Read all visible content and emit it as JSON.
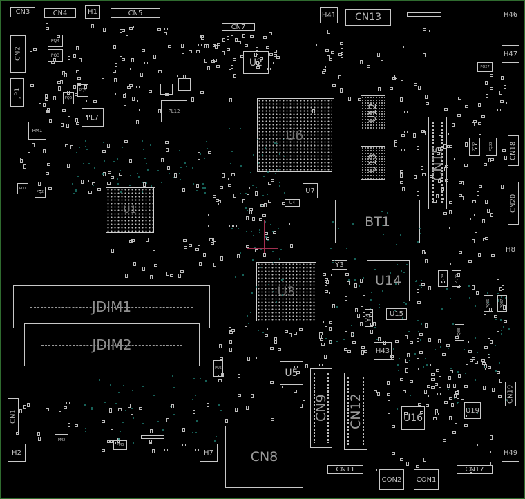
{
  "board": {
    "border_color": "#2f6b2f",
    "background": "#000000",
    "outline_color": "#c8c8c8"
  },
  "labels": {
    "CN3": "CN3",
    "CN4": "CN4",
    "H1": "H1",
    "CN5": "CN5",
    "CN7": "CN7",
    "H41": "H41",
    "CN13": "CN13",
    "H46": "H46",
    "H47": "H47",
    "CN2": "CN2",
    "JP1": "JP1",
    "U2": "U2",
    "U6": "U6",
    "U12": "U12",
    "U13": "U13",
    "CN15": "CN15",
    "CN18": "CN18",
    "CN20": "CN20",
    "PL7": "PL7",
    "PL12": "PL12",
    "U1": "U1",
    "U7": "U7",
    "U4": "U4",
    "BT1": "BT1",
    "H8": "H8",
    "U3": "U3",
    "Y3": "Y3",
    "U14": "U14",
    "JDIM1": "JDIM1",
    "JDIM2": "JDIM2",
    "Y4": "Y4",
    "U15": "U15",
    "H43": "H43",
    "U5": "U5",
    "CN9": "CN9",
    "CN12": "CN12",
    "CN19": "CN19",
    "U16": "U16",
    "U19": "U19",
    "CN1": "CN1",
    "H2": "H2",
    "H7": "H7",
    "CN8": "CN8",
    "H49": "H49",
    "CN11": "CN11",
    "CN2b": "CON2",
    "CN17": "CN17",
    "CN_CON1": "CON1",
    "PQ4": "PQ4",
    "PQ3": "PQ3",
    "PQ1": "PQ1",
    "PQ2": "PQ2",
    "PM1": "PM1",
    "PM2": "PM2",
    "PM3": "PM3",
    "PQ5": "PQ5",
    "PQ6": "PQ6",
    "PQ27": "PQ27",
    "PQ32": "PQ32",
    "PQ33": "PQ33",
    "PQ34": "PQ34",
    "PQ35": "PQ35",
    "PQ36": "PQ36",
    "PQ37": "PQ37",
    "PQ38": "PQ38",
    "PU5": "PU5"
  }
}
